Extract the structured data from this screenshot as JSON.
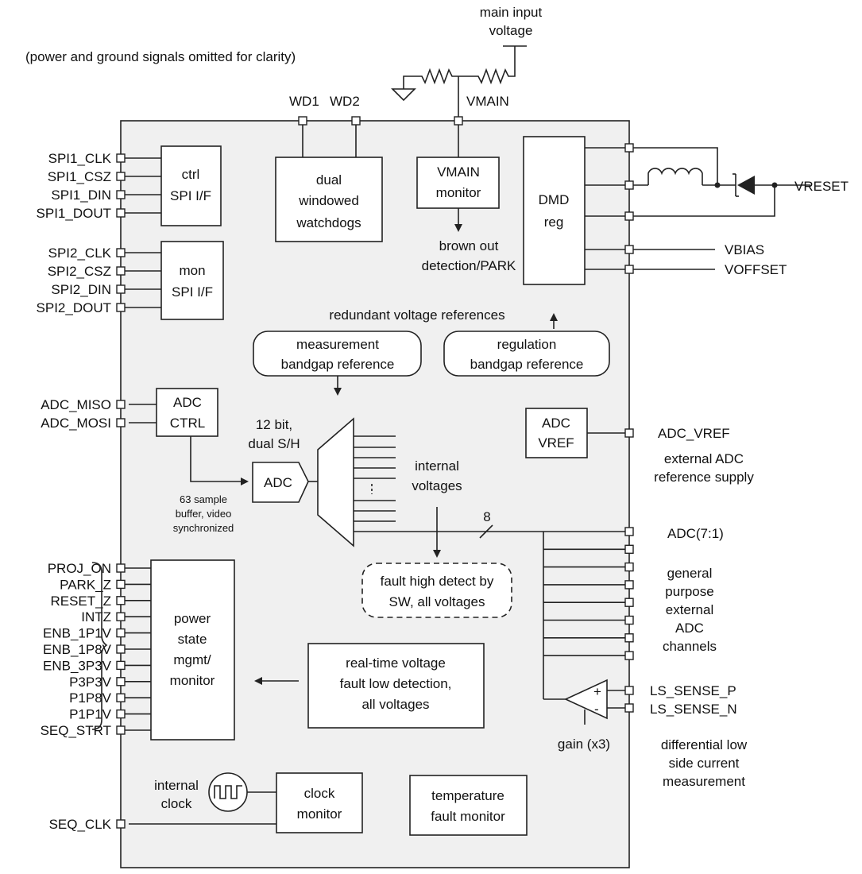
{
  "note": "(power and ground signals omitted for clarity)",
  "top": {
    "main_input_line1": "main input",
    "main_input_line2": "voltage",
    "wd1": "WD1",
    "wd2": "WD2",
    "vmain": "VMAIN"
  },
  "left_pins": {
    "spi1": [
      "SPI1_CLK",
      "SPI1_CSZ",
      "SPI1_DIN",
      "SPI1_DOUT"
    ],
    "spi2": [
      "SPI2_CLK",
      "SPI2_CSZ",
      "SPI2_DIN",
      "SPI2_DOUT"
    ],
    "adc": [
      "ADC_MISO",
      "ADC_MOSI"
    ],
    "power": [
      "PROJ_ON",
      "PARK_Z",
      "RESET_Z",
      "INTZ",
      "ENB_1P1V",
      "ENB_1P8V",
      "ENB_3P3V",
      "P3P3V",
      "P1P8V",
      "P1P1V",
      "SEQ_STRT"
    ],
    "seq_clk": "SEQ_CLK"
  },
  "blocks": {
    "ctrl_spi": [
      "ctrl",
      "SPI I/F"
    ],
    "mon_spi": [
      "mon",
      "SPI I/F"
    ],
    "watchdogs": [
      "dual",
      "windowed",
      "watchdogs"
    ],
    "vmain_monitor": [
      "VMAIN",
      "monitor"
    ],
    "dmd_reg": [
      "DMD",
      "reg"
    ],
    "meas_ref": [
      "measurement",
      "bandgap  reference"
    ],
    "reg_ref": [
      "regulation",
      "bandgap  reference"
    ],
    "adc_ctrl": [
      "ADC",
      "CTRL"
    ],
    "adc": "ADC",
    "adc_vref": [
      "ADC",
      "VREF"
    ],
    "fault_high": [
      "fault high detect by",
      "SW, all voltages"
    ],
    "power_state": [
      "power",
      "state",
      "mgmt/",
      "monitor"
    ],
    "rt_fault": [
      "real-time voltage",
      "fault low detection,",
      "all voltages"
    ],
    "clock_monitor": [
      "clock",
      "monitor"
    ],
    "temp_monitor": [
      "temperature",
      "fault monitor"
    ]
  },
  "labels": {
    "brown_out": [
      "brown out",
      "detection/PARK"
    ],
    "redundant": "redundant voltage references",
    "adc_spec": [
      "12 bit,",
      "dual S/H"
    ],
    "internal_voltages": [
      "internal",
      "voltages"
    ],
    "buffer": [
      "63 sample",
      "buffer, video",
      "synchronized"
    ],
    "bus_width": "8",
    "internal_clock": [
      "internal",
      "clock"
    ],
    "gain": "gain (x3)",
    "plus": "+",
    "minus": "-"
  },
  "right_pins": {
    "vreset": "VRESET",
    "vbias": "VBIAS",
    "voffset": "VOFFSET",
    "adc_vref": "ADC_VREF",
    "ext_ref_desc": [
      "external ADC",
      "reference supply"
    ],
    "adc_channels": "ADC(7:1)",
    "gp_desc": [
      "general",
      "purpose",
      "external",
      "ADC",
      "channels"
    ],
    "ls_sense_p": "LS_SENSE_P",
    "ls_sense_n": "LS_SENSE_N",
    "diff_desc": [
      "differential low",
      "side current",
      "measurement"
    ]
  },
  "colors": {
    "chip_fill": "#f0f0f0",
    "line": "#222222"
  }
}
